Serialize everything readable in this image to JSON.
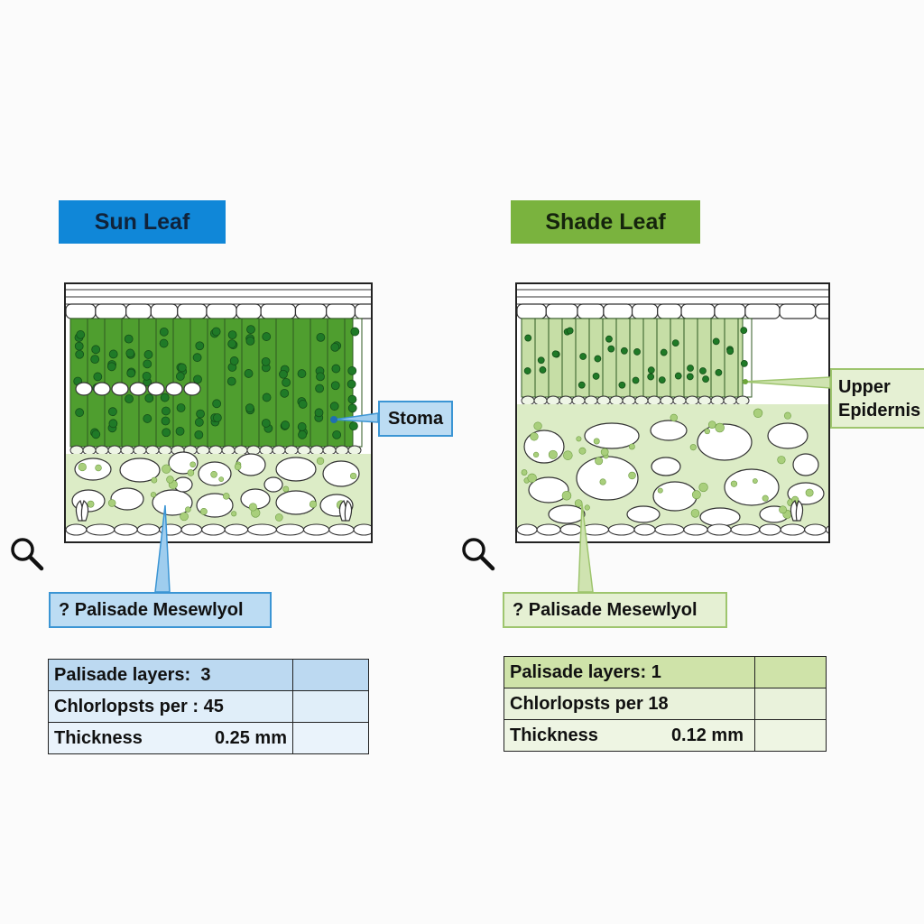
{
  "sun": {
    "title": "Sun Leaf",
    "callout": "? Palisade Mesewlyol",
    "stoma_label": "Stoma",
    "table": {
      "rows": [
        {
          "label": "Palisade layers:",
          "value": "3"
        },
        {
          "label": "Chlorlopsts per :",
          "value": "45"
        },
        {
          "label": "Thickness",
          "value": "0.25 mm"
        }
      ]
    }
  },
  "shade": {
    "title": "Shade Leaf",
    "callout": "? Palisade Mesewlyol",
    "epidermis_label_line1": "Upper",
    "epidermis_label_line2": "Epidernis",
    "table": {
      "rows": [
        {
          "label": "Palisade layers:",
          "value": "1"
        },
        {
          "label": "Chlorlopsts per",
          "value": "18"
        },
        {
          "label": "Thickness",
          "value": "0.12 mm"
        }
      ]
    }
  },
  "colors": {
    "sun_accent": "#1087d8",
    "shade_accent": "#7ab33e",
    "sun_palisade": "#4f9e2f",
    "shade_palisade": "#c6dea6",
    "chloroplast_dark": "#1f7a27",
    "spongy_fill": "#dcecc6"
  },
  "icons": [
    "magnifier-icon"
  ]
}
